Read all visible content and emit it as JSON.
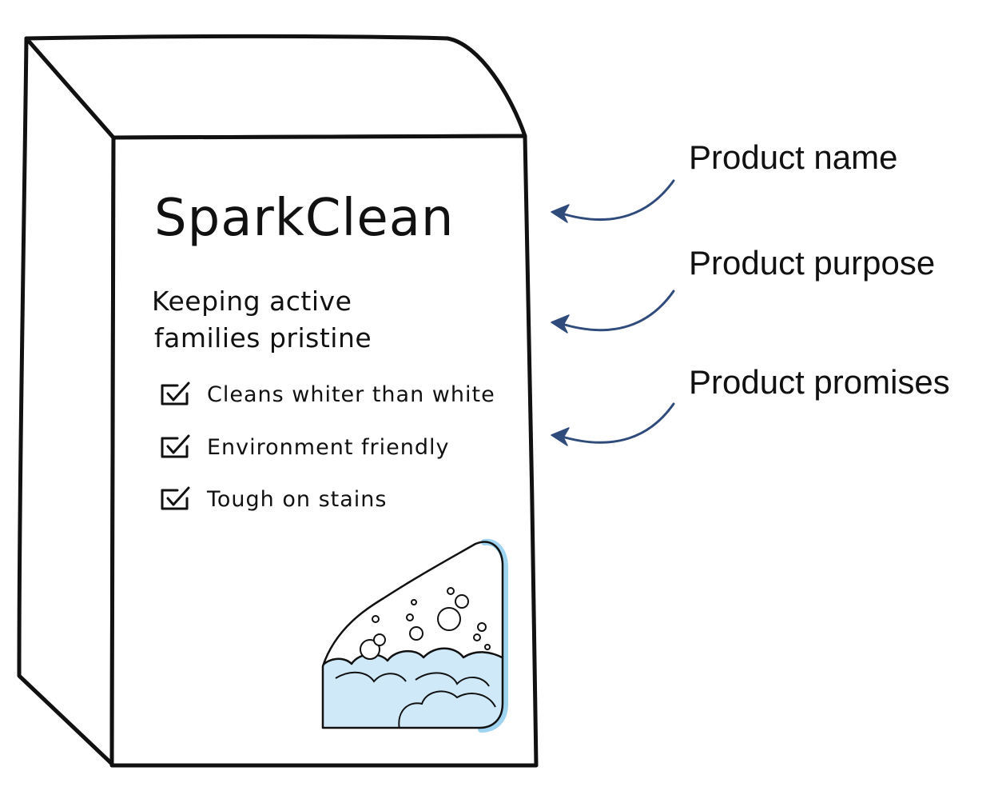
{
  "box": {
    "brand_name": "SparkClean",
    "tagline_line1": "Keeping active",
    "tagline_line2": "families pristine",
    "promises": [
      "Cleans whiter than white",
      "Environment friendly",
      "Tough on stains"
    ]
  },
  "annotations": {
    "name_label": "Product name",
    "purpose_label": "Product purpose",
    "promises_label": "Product promises"
  },
  "colors": {
    "outline": "#111111",
    "arrow": "#2f4b7c",
    "foam_fill": "#cfe9f8",
    "window_edge": "#9fd4f0"
  }
}
